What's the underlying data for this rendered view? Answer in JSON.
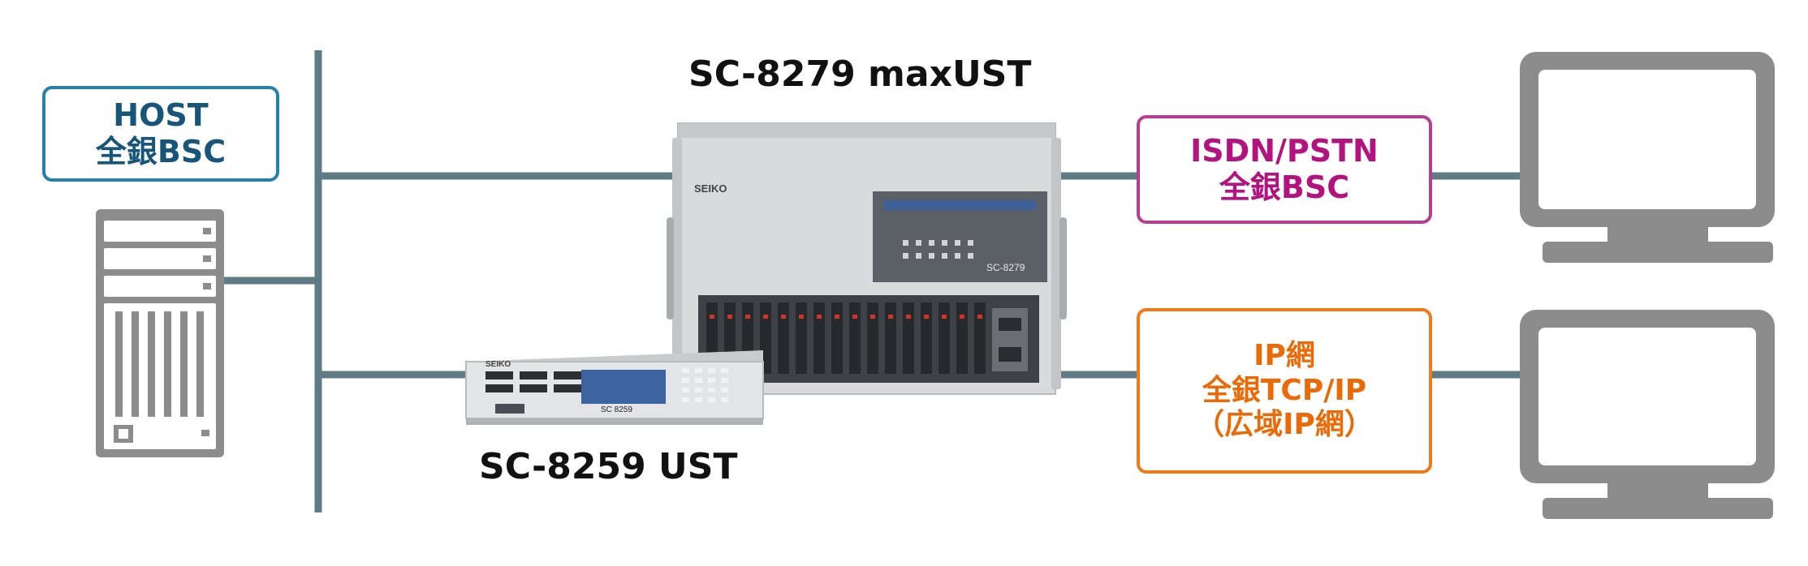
{
  "host": {
    "lines": [
      "HOST",
      "全銀BSC"
    ]
  },
  "devices": {
    "max": {
      "title": "SC-8279 maxUST",
      "brand": "SEIKO",
      "model": "SC-8279"
    },
    "ust": {
      "title": "SC-8259 UST",
      "brand": "SEIKO",
      "model": "SC 8259"
    }
  },
  "isdn": {
    "lines": [
      "ISDN/PSTN",
      "全銀BSC"
    ]
  },
  "ip": {
    "lines": [
      "IP網",
      "全銀TCP/IP",
      "（広域IP網）"
    ]
  },
  "colors": {
    "line": "#5f7c86",
    "icon": "#8c8c8c",
    "host_border": "#2481a8",
    "host_text": "#17567a",
    "isdn_border": "#b73c93",
    "isdn_text": "#b2137f",
    "ip_border": "#ef7a1a",
    "ip_text": "#ea6a08"
  }
}
